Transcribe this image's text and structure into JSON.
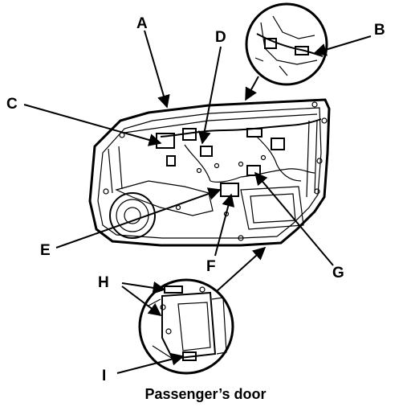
{
  "callouts": {
    "a": "A",
    "b": "B",
    "c": "C",
    "d": "D",
    "e": "E",
    "f": "F",
    "g": "G",
    "h": "H",
    "i": "I"
  },
  "caption": "Passenger’s door"
}
